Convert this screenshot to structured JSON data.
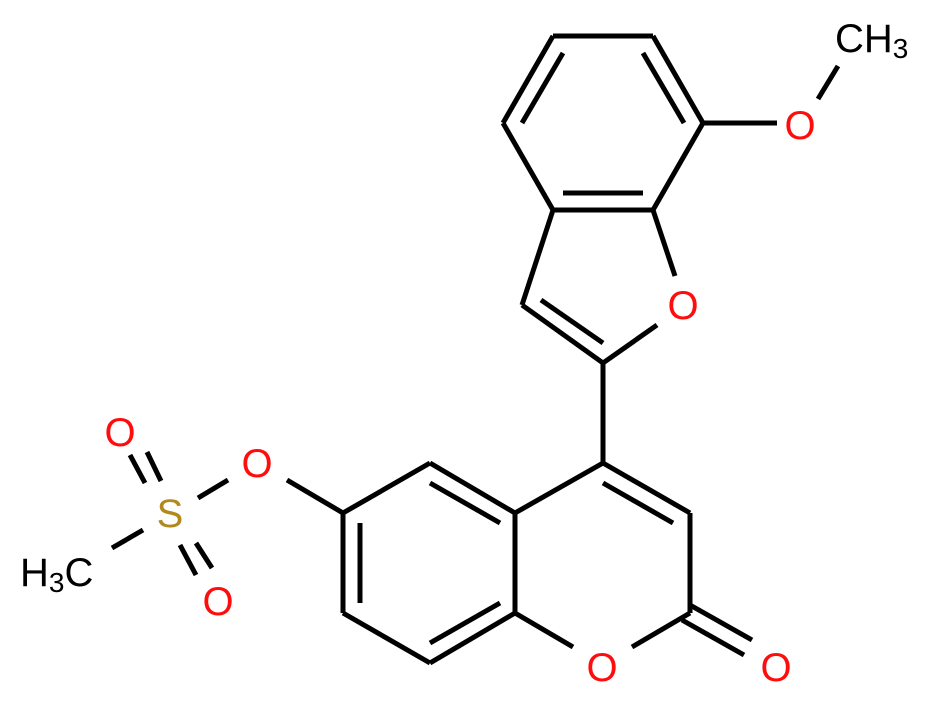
{
  "molecule": {
    "description": "4-(7-methoxy-1-benzofuran-2-yl)-2-oxo-2H-chromen-6-yl methanesulfonate",
    "colors": {
      "bond": "#000000",
      "oxygen": "#ff0d0d",
      "sulfur": "#b2891d",
      "carbon": "#000000"
    },
    "atoms": {
      "o_methoxy": "O",
      "ch3_methoxy_c": "CH",
      "ch3_methoxy_sub": "3",
      "o_furan": "O",
      "o_lactone_ring": "O",
      "o_carbonyl": "O",
      "o_ester": "O",
      "s_sulfonyl": "S",
      "o_sulfonyl_top": "O",
      "o_sulfonyl_bottom": "O",
      "h3c_h": "H",
      "h3c_sub": "3",
      "h3c_c": "C"
    }
  }
}
